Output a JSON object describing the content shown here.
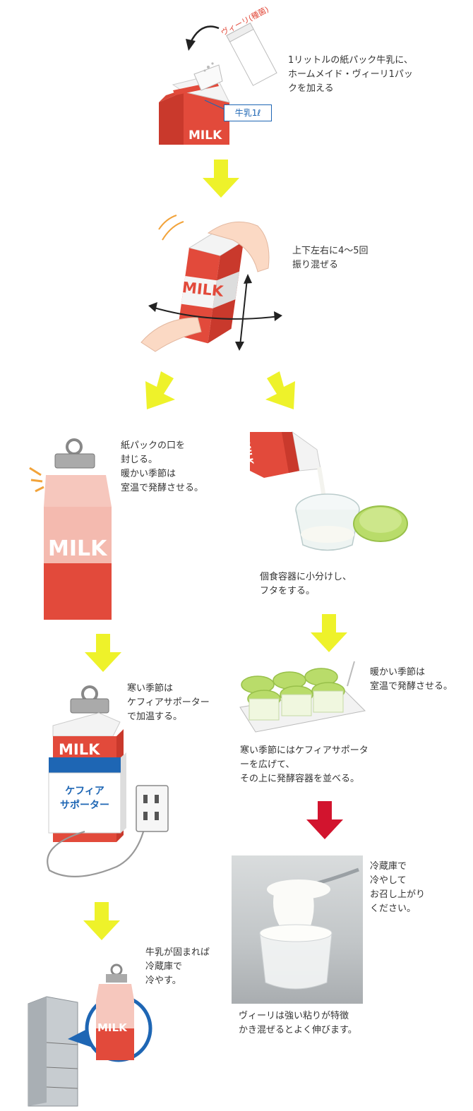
{
  "steps": {
    "step1": {
      "text": "1リットルの紙パック牛乳に、\nホームメイド・ヴィーリ1パッ\nクを加える",
      "packet_label": "ヴィーリ(種菌)",
      "milk_tag": "牛乳1ℓ",
      "carton_label": "MILK"
    },
    "step2": {
      "text": "上下左右に4〜5回\n振り混ぜる",
      "carton_label": "MILK"
    },
    "left1": {
      "text": "紙パックの口を\n封じる。\n暖かい季節は\n室温で発酵させる。",
      "carton_label": "MILK"
    },
    "left2": {
      "text": "寒い季節は\nケフィアサポーター\nで加温する。",
      "carton_label": "MILK",
      "supporter_label": "ケフィア\nサポーター"
    },
    "left3": {
      "text": "牛乳が固まれば\n冷蔵庫で\n冷やす。",
      "carton_label": "MILK"
    },
    "right1": {
      "text": "個食容器に小分けし、\nフタをする。",
      "carton_label": "MILK"
    },
    "right2": {
      "text_top": "暖かい季節は\n室温で発酵させる。",
      "text_bottom": "寒い季節にはケフィアサポータ\nーを広げて、\nその上に発酵容器を並べる。"
    },
    "right3": {
      "text": "冷蔵庫で\n冷やして\nお召し上がり\nください。",
      "caption": "ヴィーリは強い粘りが特徴\nかき混ぜるとよく伸びます。"
    }
  },
  "colors": {
    "arrow_yellow": "#eef22a",
    "arrow_red": "#d2142e",
    "carton_red": "#e24a3b",
    "supporter_blue": "#1e66b4",
    "tag_blue": "#1e66b4",
    "lid_green": "#b9dc6a"
  }
}
